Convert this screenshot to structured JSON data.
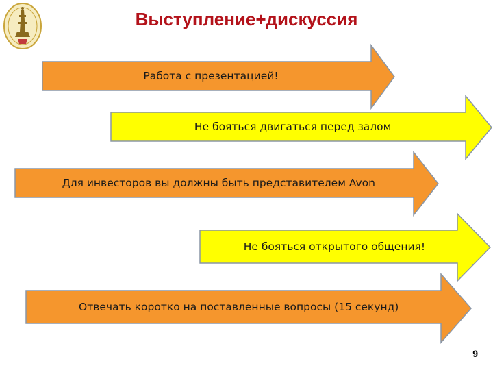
{
  "title": "Выступление+дискуссия",
  "page_number": "9",
  "logo": {
    "icon": "tower-seal-icon"
  },
  "colors": {
    "title": "#b3121a",
    "orange": "#f5962d",
    "yellow": "#ffff00",
    "outline": "#8a96a6"
  },
  "arrows": [
    {
      "label": "Работа с презентацией!",
      "fill": "orange"
    },
    {
      "label": "Не бояться двигаться перед залом",
      "fill": "yellow"
    },
    {
      "label": "Для инвесторов вы должны быть представителем Avon",
      "fill": "orange"
    },
    {
      "label": "Не бояться открытого общения!",
      "fill": "yellow"
    },
    {
      "label": "Отвечать коротко на поставленные вопросы (15 секунд)",
      "fill": "orange"
    }
  ]
}
